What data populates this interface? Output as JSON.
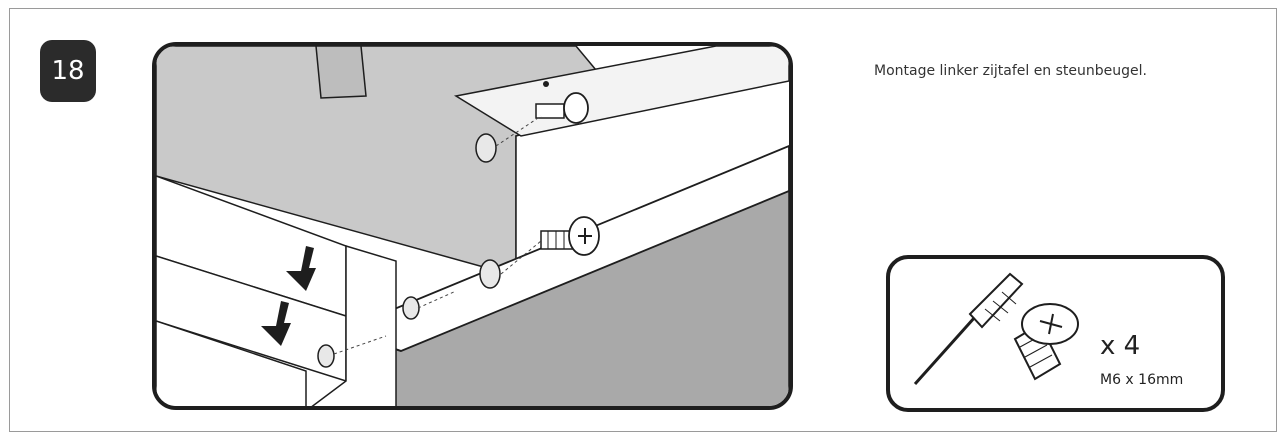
{
  "step": {
    "number": "18"
  },
  "instruction": {
    "text": "Montage linker zijtafel en steunbeugel."
  },
  "parts": {
    "quantity": "x 4",
    "screw_spec": "M6 x 16mm"
  },
  "icons": {
    "screwdriver": "screwdriver-icon",
    "screw": "screw-icon",
    "arrow": "down-left-arrow-icon"
  },
  "colors": {
    "badge": "#2b2b2b",
    "panel_grey": "#c7c7c7",
    "dark_grey": "#a8a8a8",
    "outline": "#1e1e1e"
  }
}
